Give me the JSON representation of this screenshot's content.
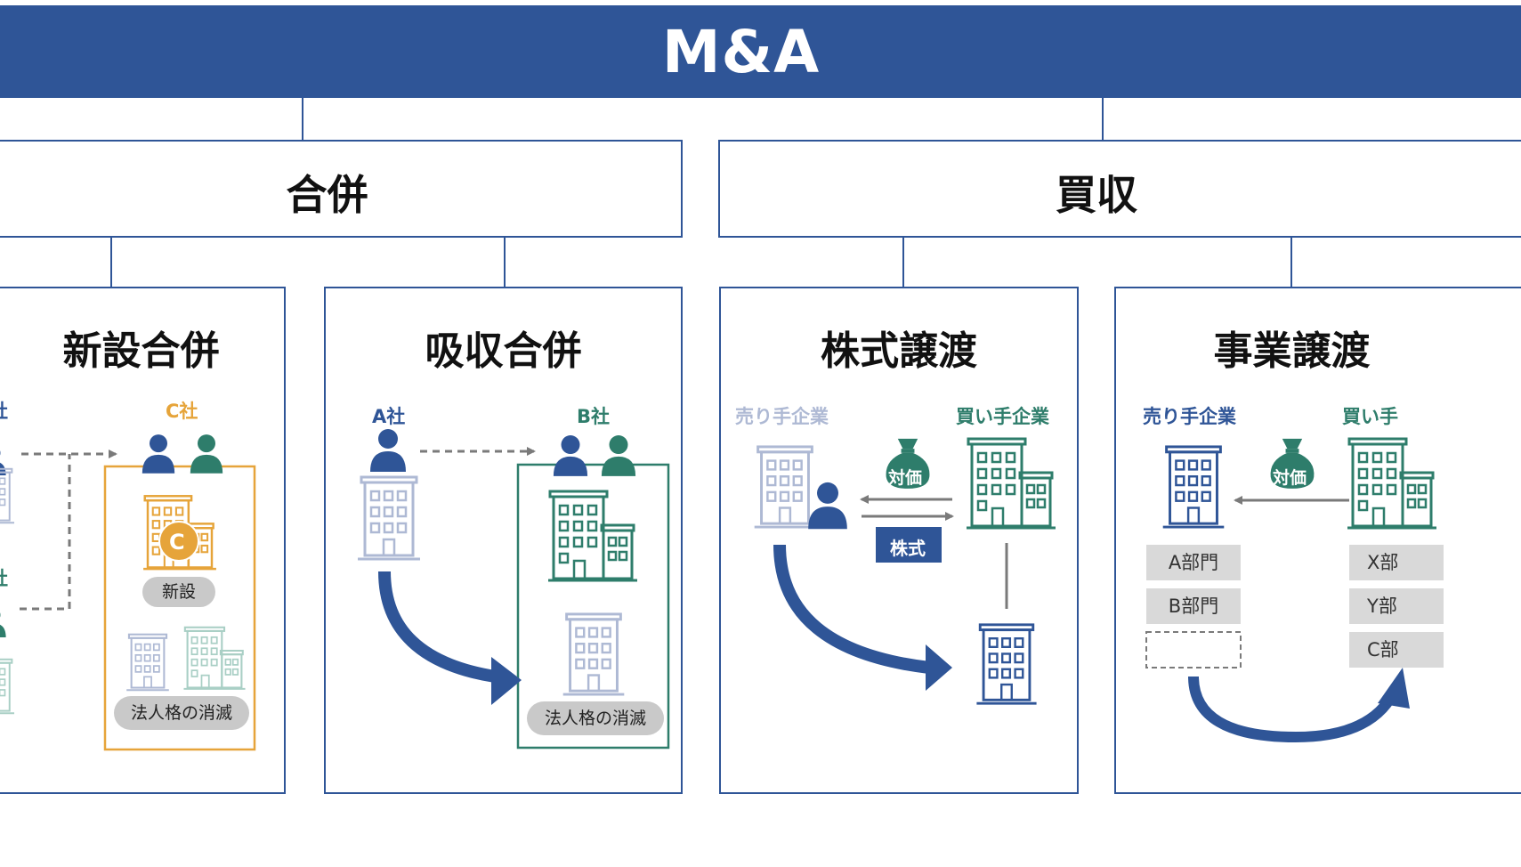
{
  "top": {
    "title": "M&A"
  },
  "categories": {
    "merger": "合併",
    "acquisition": "買収"
  },
  "panels": {
    "shinsetsu": {
      "title": "新設合併",
      "company_a": "社",
      "company_b": "社",
      "company_c": "C社",
      "c_badge": "C",
      "new_label": "新設",
      "extinct_label": "法人格の消滅"
    },
    "kyushu": {
      "title": "吸収合併",
      "company_a": "A社",
      "company_b": "B社",
      "extinct_label": "法人格の消滅"
    },
    "kabushiki": {
      "title": "株式譲渡",
      "seller": "売り手企業",
      "buyer": "買い手企業",
      "consideration": "対価",
      "shares": "株式"
    },
    "jigyo": {
      "title": "事業譲渡",
      "seller": "売り手企業",
      "buyer": "買い手",
      "consideration": "対価",
      "seller_depts": [
        "A部門",
        "B部門"
      ],
      "buyer_depts": [
        "X部",
        "Y部",
        "C部"
      ]
    }
  },
  "colors": {
    "navy": "#2f5597",
    "teal": "#2e7d6b",
    "orange": "#e6a43a",
    "faded_navy": "#aeb9d4",
    "faded_teal": "#a9cfc5",
    "gray_arrow": "#7a7a7a"
  }
}
